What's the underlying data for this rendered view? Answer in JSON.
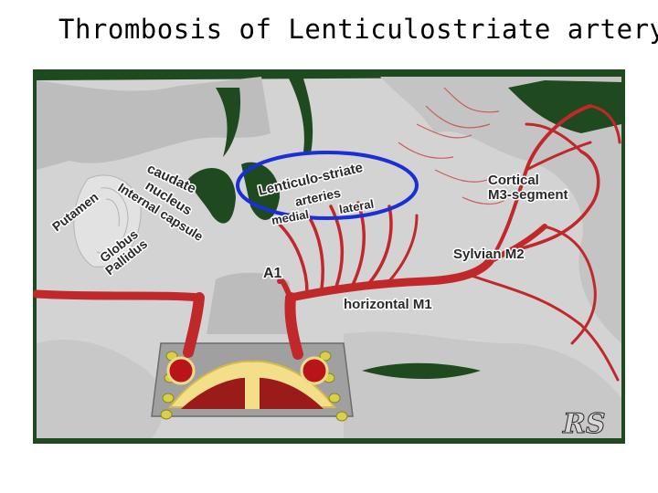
{
  "slide": {
    "title": "Thrombosis of Lenticulostriate artery"
  },
  "figure": {
    "labels": {
      "caudate": "caudate",
      "nucleus": "nucleus",
      "putamen": "Putamen",
      "internal": "Internal capsule",
      "globus": "Globus",
      "pallidus": "Pallidus",
      "lenticulo1": "Lenticulo-striate",
      "lenticulo2": "arteries",
      "medial": "medial",
      "lateral": "lateral",
      "cortical": "Cortical",
      "m3": "M3-segment",
      "sylvian": "Sylvian M2",
      "a1": "A1",
      "horizontal": "horizontal M1",
      "signature": "RS"
    },
    "colors": {
      "background": "#1f4a1f",
      "brain": "#cfcfcf",
      "artery": "#c0282a",
      "highlight": "#1a2fd6"
    }
  }
}
